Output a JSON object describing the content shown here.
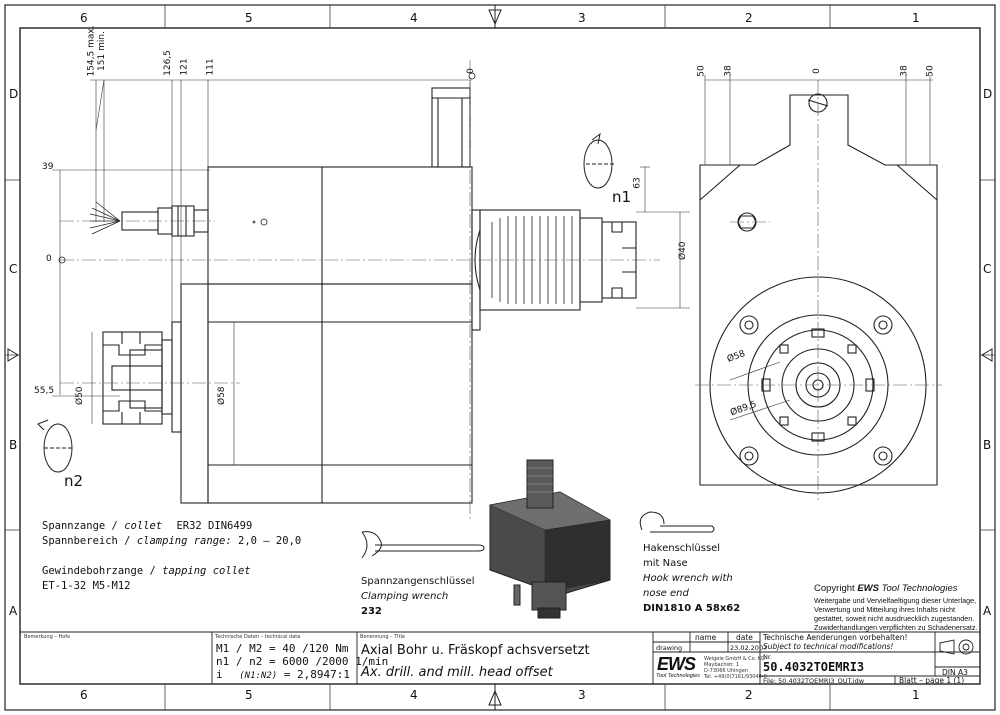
{
  "frame": {
    "col_labels_top": [
      "6",
      "5",
      "4",
      "3",
      "2",
      "1"
    ],
    "col_labels_bottom": [
      "6",
      "5",
      "4",
      "3",
      "2",
      "1"
    ],
    "row_labels_left": [
      "D",
      "C",
      "B",
      "A"
    ],
    "row_labels_right": [
      "D",
      "C",
      "B",
      "A"
    ]
  },
  "dimensions": {
    "top_left": [
      "154,5 max.",
      "151 min.",
      "126,5",
      "121",
      "111",
      "0"
    ],
    "left_side": [
      "39",
      "0",
      "55,5"
    ],
    "side_right": [
      "63",
      "Ø40"
    ],
    "diameters_left": [
      "Ø50",
      "Ø58"
    ],
    "front_top": [
      "50",
      "38",
      "0",
      "38",
      "50"
    ],
    "front_circles": [
      "Ø58",
      "Ø89,5"
    ],
    "rotations": [
      "n1",
      "n2"
    ]
  },
  "notes": {
    "collet_label_de": "Spannzange /",
    "collet_label_en": "collet",
    "collet_value": "ER32   DIN6499",
    "range_label_de": "Spannbereich /",
    "range_label_en": "clamping range:",
    "range_value": "2,0 – 20,0",
    "tap_label_de": "Gewindebohrzange /",
    "tap_label_en": "tapping collet",
    "tap_value": "ET-1-32  M5-M12"
  },
  "wrench": {
    "de": "Spannzangenschlüssel",
    "en": "Clamping wrench",
    "code": "232"
  },
  "hook": {
    "de1": "Hakenschlüssel",
    "de2": "mit Nase",
    "en1": "Hook wrench with",
    "en2": "nose end",
    "code": "DIN1810  A  58x62"
  },
  "copyright": {
    "title_prefix": "Copyright",
    "brand": "EWS",
    "title_suffix": "Tool Technologies",
    "lines": [
      "Weitergabe und Vervielfaeltigung dieser Unterlage,",
      "Verwertung und Mitteilung ihres Inhalts nicht",
      "gestattet, soweit nicht ausdruecklich zugestanden.",
      "Zuwiderhandlungen verpflichten zu Schadenersatz."
    ]
  },
  "title_block": {
    "remarks_header": "Bemerkung – Hofe",
    "techdata_header": "Technische Daten – technical data",
    "tech_line1": "M1 / M2 = 40  /120 Nm",
    "tech_line2": "n1 / n2 = 6000 /2000  1/min",
    "tech_line3_prefix": "i",
    "tech_line3_sub": "(N1:N2)",
    "tech_line3_value": "= 2,8947:1",
    "title_header": "Benennung – Title",
    "title_de": "Axial Bohr u. Fräskopf achsversetzt",
    "title_en": "Ax. drill. and mill. head offset",
    "col_name": "name",
    "col_date": "date",
    "row_drawing": "drawing",
    "drawing_date": "23.02.2007",
    "company_logo": "EWS",
    "company_sub": "Tool Technologies",
    "company_addr": [
      "Weigele GmbH & Co. KG",
      "Maybachstr. 1",
      "D-73066 Uhingen",
      "Tel. +49(0)7161/93040-0"
    ],
    "change_de": "Technische Aenderungen vorbehalten!",
    "change_en": "Subject to technical modifications!",
    "nr_label": "Nr.",
    "drawing_number": "50.4032TOEMRI3",
    "format": "DIN A3",
    "file": "File: 50.4032TOEMRI3_OUT.idw",
    "sheet": "Blatt – page  1 (1)"
  }
}
